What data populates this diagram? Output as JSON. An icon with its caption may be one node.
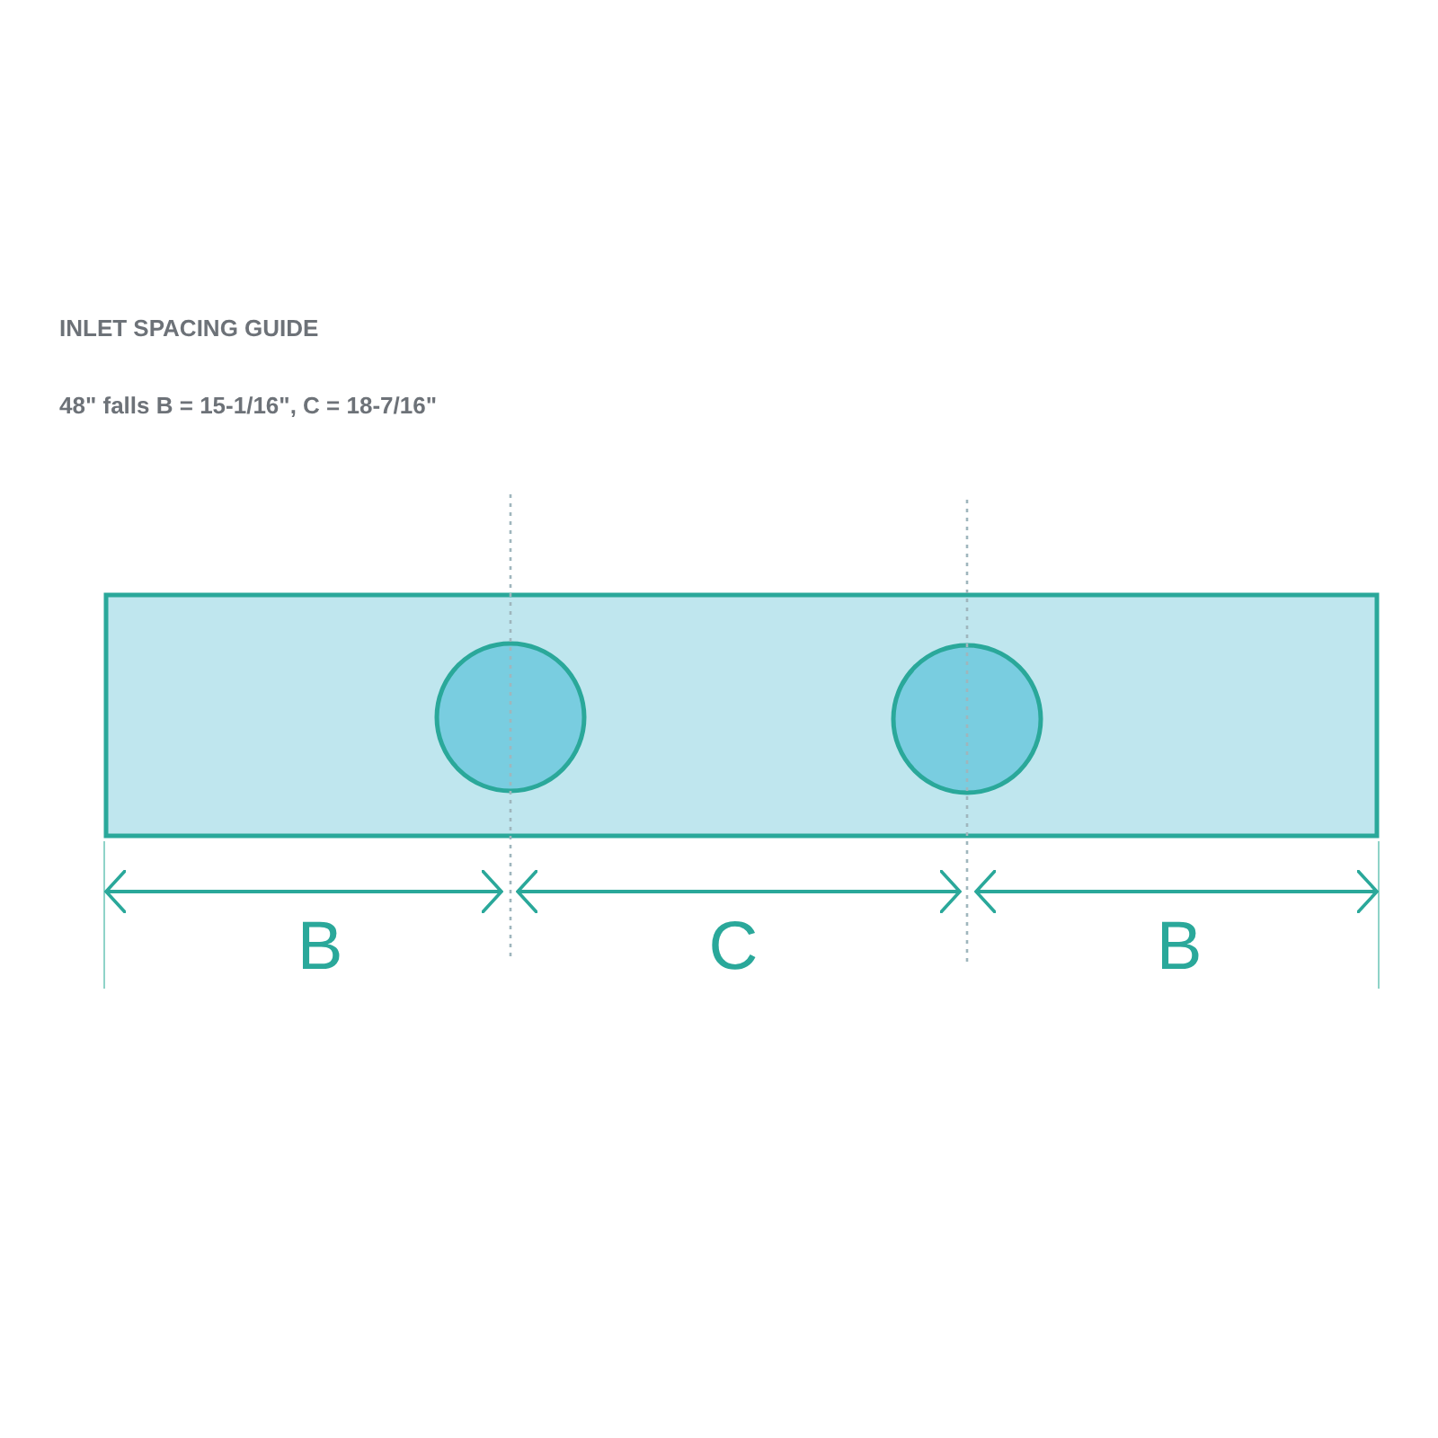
{
  "diagram": {
    "title": "INLET SPACING GUIDE",
    "nodes": [
      {
        "text": [],
        "shape": "box"
      },
      {
        "text": [],
        "shape": "circle",
        "in": 0
      },
      {
        "text": [],
        "shape": "circle",
        "in": 0
      }
    ],
    "labels": [
      "48\" falls  B = 15-1/16\", C = 18-7/16\"",
      "B",
      "C",
      "B"
    ]
  }
}
